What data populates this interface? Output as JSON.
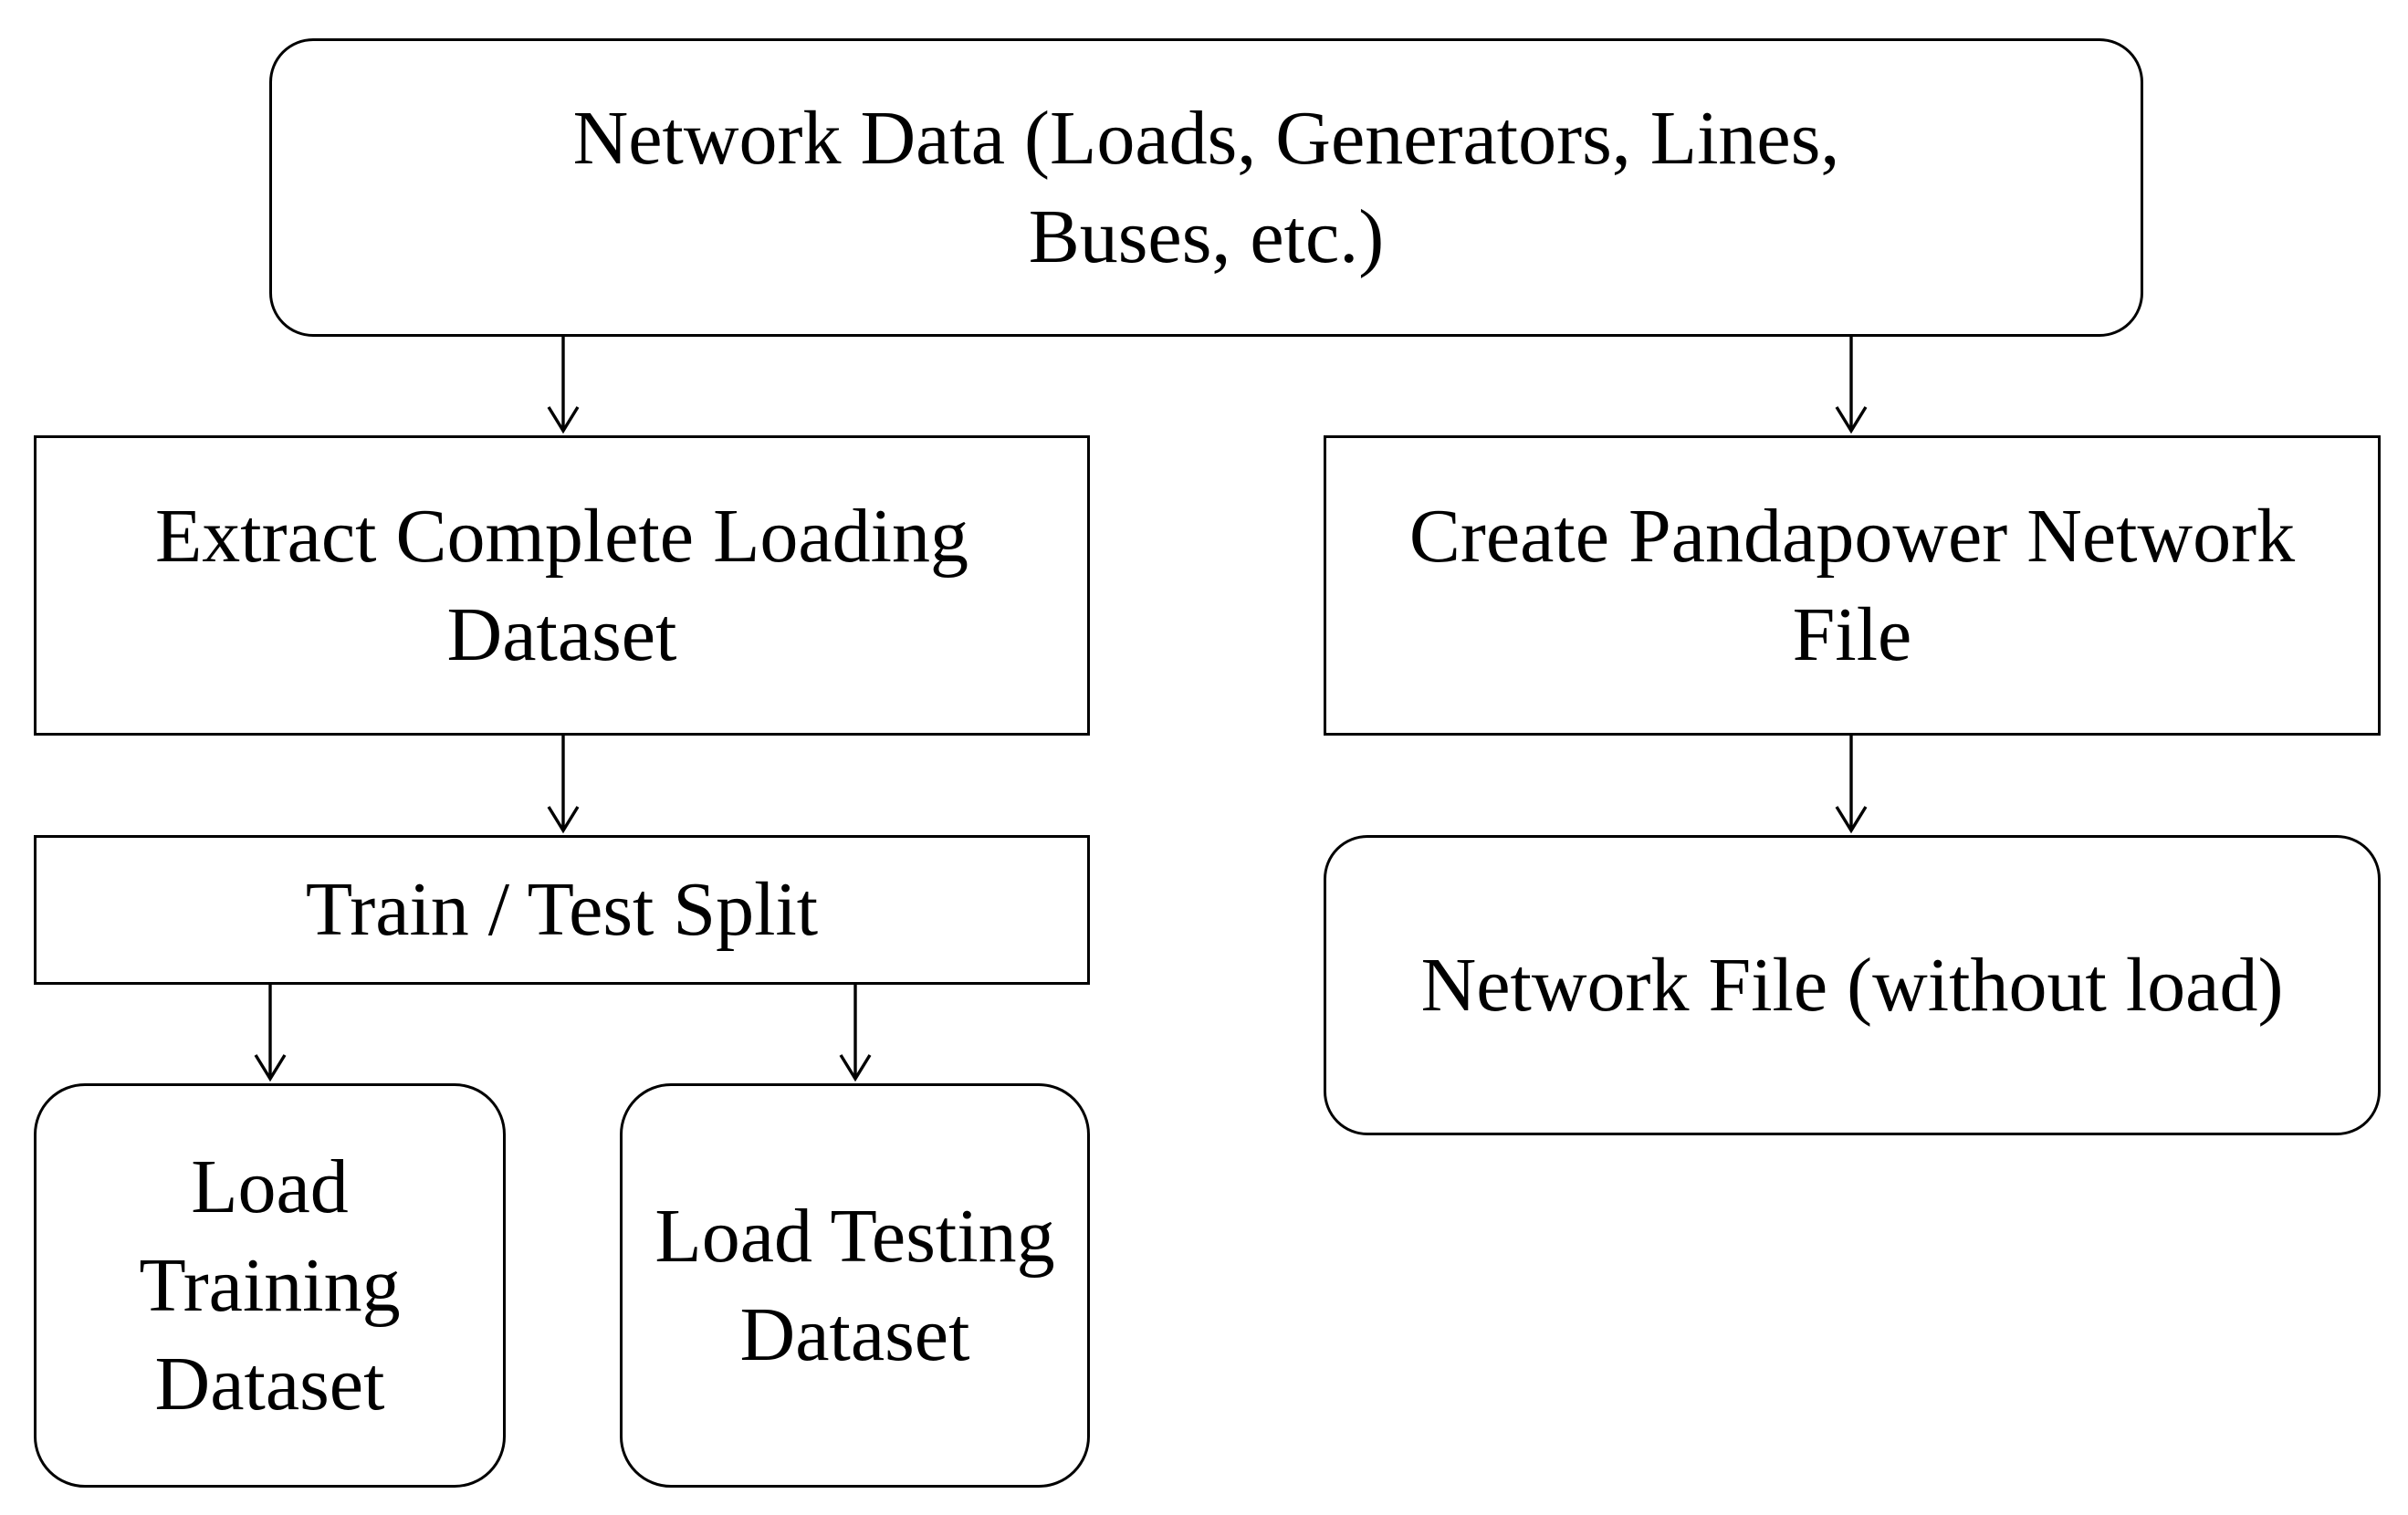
{
  "nodes": {
    "network_data": "Network Data (Loads, Generators, Lines,\nBuses, etc.)",
    "extract": "Extract Complete Loading\nDataset",
    "create": "Create Pandapower Network\nFile",
    "split": "Train / Test Split",
    "network_file": "Network File (without load)",
    "train": "Load\nTraining\nDataset",
    "test": "Load Testing\nDataset"
  },
  "edges": [
    {
      "from": "network_data",
      "to": "extract"
    },
    {
      "from": "network_data",
      "to": "create"
    },
    {
      "from": "extract",
      "to": "split"
    },
    {
      "from": "create",
      "to": "network_file"
    },
    {
      "from": "split",
      "to": "train"
    },
    {
      "from": "split",
      "to": "test"
    }
  ],
  "colors": {
    "stroke": "#000000",
    "fill": "#ffffff"
  }
}
